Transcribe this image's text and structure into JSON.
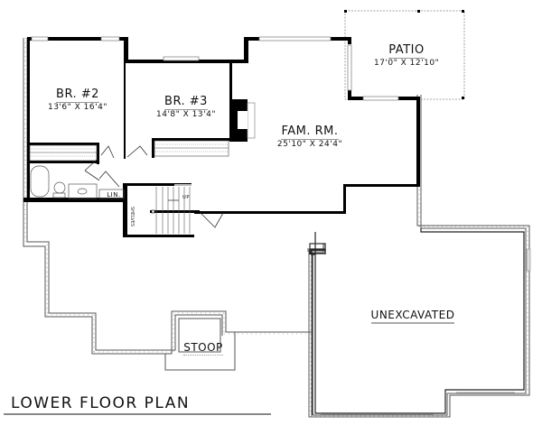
{
  "plan": {
    "title": "LOWER FLOOR PLAN",
    "colors": {
      "wall": "#000000",
      "foundation": "#666666",
      "window": "#999999",
      "background": "#ffffff"
    }
  },
  "rooms": [
    {
      "id": "br2",
      "name": "BR. #2",
      "dims": "13'6\" X 16'4\""
    },
    {
      "id": "br3",
      "name": "BR. #3",
      "dims": "14'8\" X 13'4\""
    },
    {
      "id": "fam",
      "name": "FAM. RM.",
      "dims": "25'10\" X 24'4\""
    },
    {
      "id": "patio",
      "name": "PATIO",
      "dims": "17'0\" X 12'10\""
    },
    {
      "id": "unexcavated",
      "name": "UNEXCAVATED",
      "dims": ""
    },
    {
      "id": "stoop",
      "name": "STOOP",
      "dims": ""
    }
  ],
  "labels": {
    "linen": "LIN.",
    "stair_up": "UP",
    "shelves": "SHELVES"
  }
}
